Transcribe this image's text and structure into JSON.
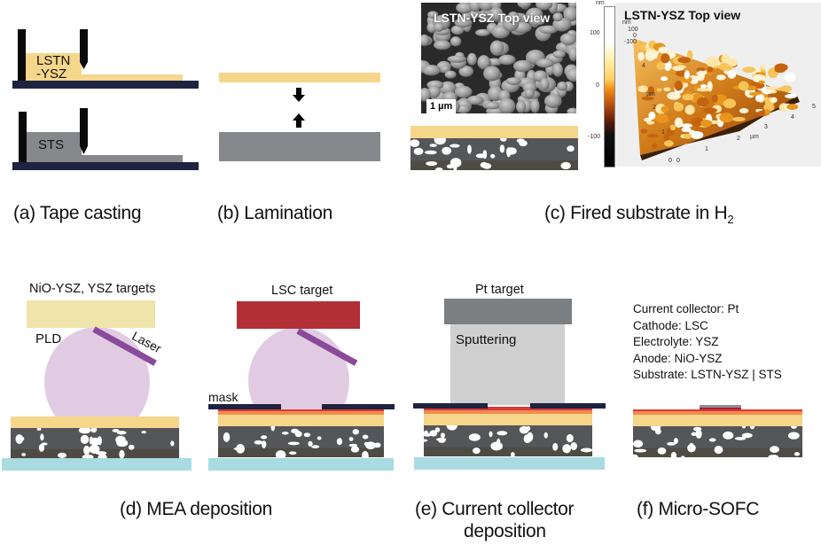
{
  "panels": {
    "a": {
      "caption": "(a) Tape casting",
      "slurry1_label_line1": "LSTN",
      "slurry1_label_line2": "-YSZ",
      "slurry2_label": "STS"
    },
    "b": {
      "caption": "(b) Lamination"
    },
    "c": {
      "caption_prefix": "(c) Fired substrate in H",
      "caption_subscript": "2",
      "sem_title": "LSTN-YSZ Top view",
      "sem_scalebar": "1 µm",
      "afm_title": "LSTN-YSZ Top view",
      "colorbar_unit": "nm",
      "colorbar_ticks": [
        "100",
        "0",
        "-100"
      ],
      "afm_z_unit": "nm",
      "afm_z_ticks": [
        "100",
        "0",
        "-100"
      ],
      "afm_axis_unit": "µm",
      "afm_x_ticks": [
        "0",
        "1",
        "2",
        "3",
        "4",
        "5"
      ],
      "afm_y_ticks": [
        "0",
        "1",
        "2",
        "3",
        "4"
      ]
    },
    "d": {
      "caption": "(d) MEA deposition",
      "target_label": "NiO-YSZ, YSZ targets",
      "pld_label": "PLD",
      "laser_label": "Laser",
      "target2_label": "LSC target",
      "mask_label": "mask"
    },
    "e": {
      "caption_line1": "(e) Current collector",
      "caption_line2": "deposition",
      "target_label": "Pt target",
      "sputter_label": "Sputtering"
    },
    "f": {
      "caption": "(f) Micro-SOFC",
      "layers": [
        "Current collector: Pt",
        "Cathode: LSC",
        "Electrolyte: YSZ",
        "Anode: NiO-YSZ",
        "Substrate: LSTN-YSZ | STS"
      ]
    }
  },
  "colors": {
    "lstn_ysz": "#f5d68a",
    "sts": "#86888b",
    "carrier": "#1d2340",
    "nio_ysz_target": "#efe4aa",
    "lsc_target": "#b22f36",
    "pt_target": "#7c7f82",
    "sputter": "#cfcfcf",
    "plume": "#e1cbe3",
    "laser": "#8a4a9a",
    "heater": "#a9dbe1",
    "electrolyte": "#f28b4f",
    "cathode": "#d9393a"
  }
}
